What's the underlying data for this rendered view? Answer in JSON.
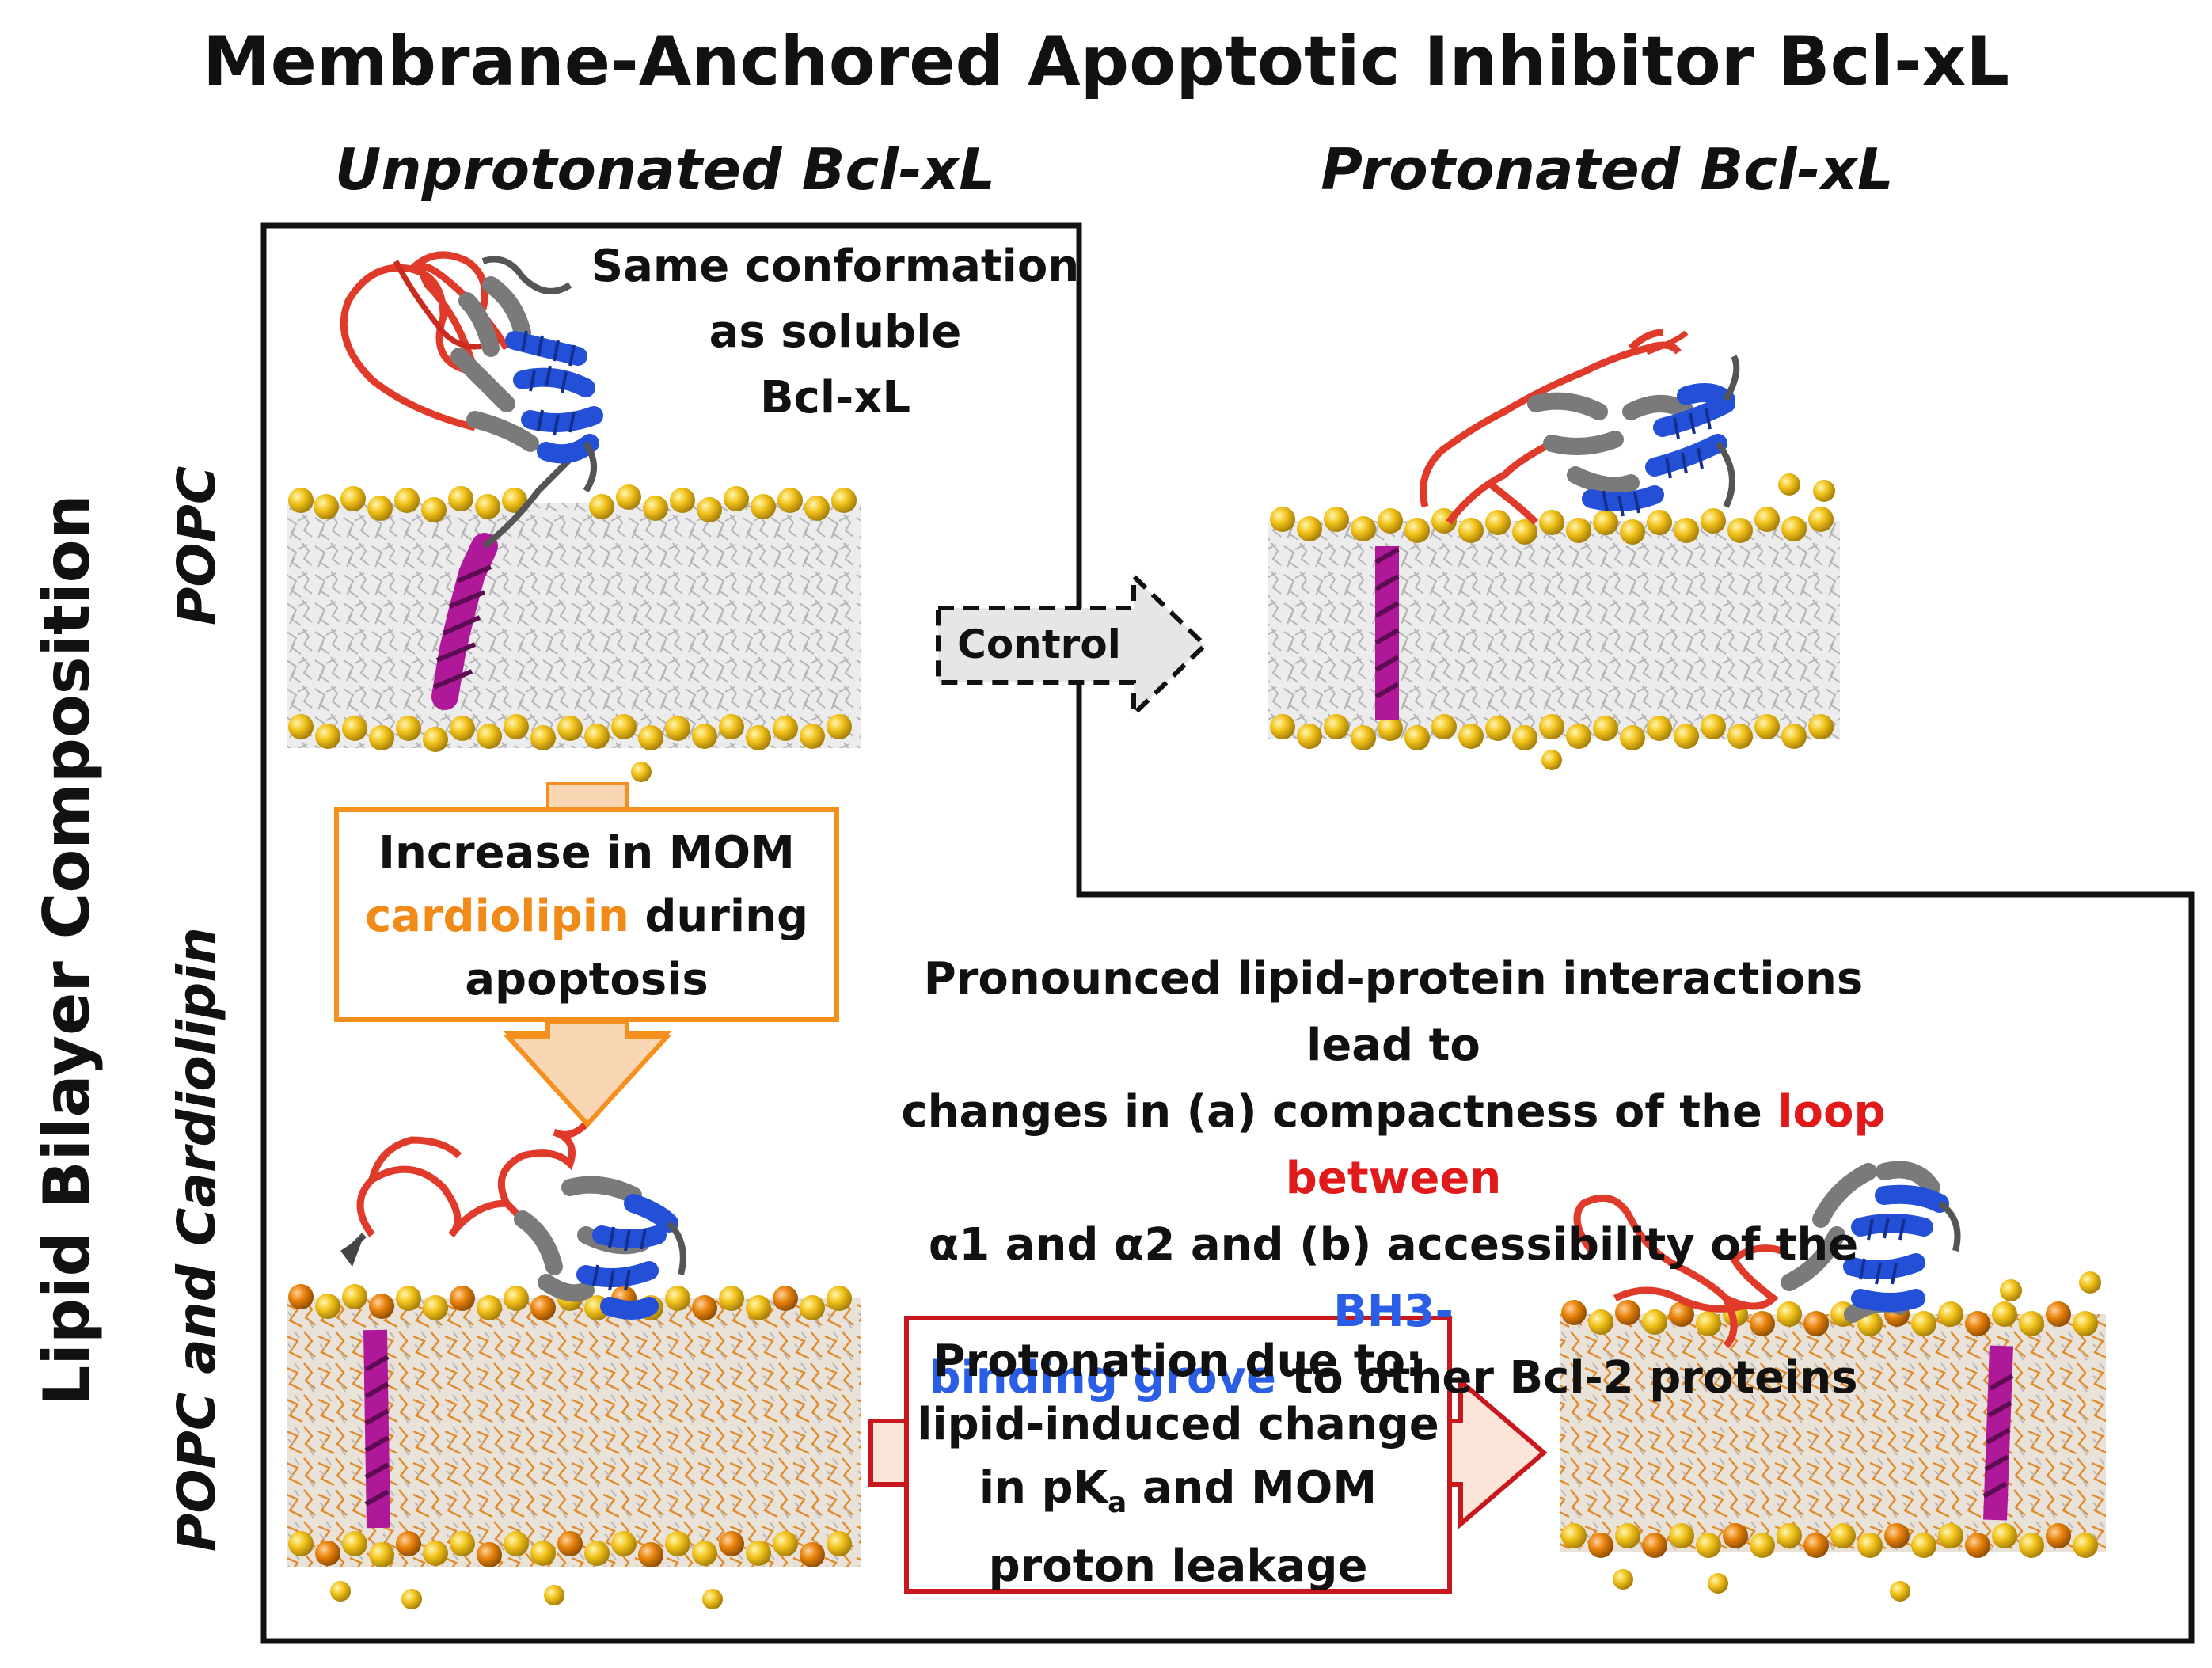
{
  "title": "Membrane-Anchored Apoptotic Inhibitor Bcl-xL",
  "columns": {
    "left": "Unprotonated Bcl-xL",
    "right": "Protonated Bcl-xL"
  },
  "rows": {
    "axis_label": "Lipid Bilayer Composition",
    "top": "POPC",
    "bottom": "POPC and Cardiolipin"
  },
  "notes": {
    "same_conformation": [
      "Same conformation",
      "as soluble",
      "Bcl-xL"
    ],
    "interactions": {
      "line1": "Pronounced lipid-protein interactions lead to",
      "line2_pre": "changes in (a) compactness of the ",
      "line2_red": "loop between",
      "line3": "α1 and α2 and (b) accessibility of the ",
      "line3_blue": "BH3-",
      "line4_blue": "binding grove",
      "line4_post": " to other Bcl-2 proteins"
    }
  },
  "arrows": {
    "control": "Control",
    "cardiolipin": {
      "line1": "Increase in MOM",
      "line2_orange": "cardiolipin",
      "line2_post": " during",
      "line3": "apoptosis"
    },
    "protonation": {
      "line1": "Protonation due to:",
      "line2": "lipid-induced change",
      "line3_pre": "in pK",
      "line3_sub": "a",
      "line3_post": " and MOM",
      "line4": "proton leakage"
    }
  },
  "colors": {
    "loop": "#e03a2a",
    "bh3_helix": "#2450d8",
    "core_helix": "#7a7a7a",
    "tm_helix": "#b0189a",
    "headgroup": "#f2c21a",
    "cardiolipin_head": "#e8820a",
    "lipid_tail": "#c9c9c9",
    "cardiolipin_tail": "#e49a3c",
    "cardiolipin_box": "#f5901e",
    "protonation_box": "#c8181e"
  }
}
